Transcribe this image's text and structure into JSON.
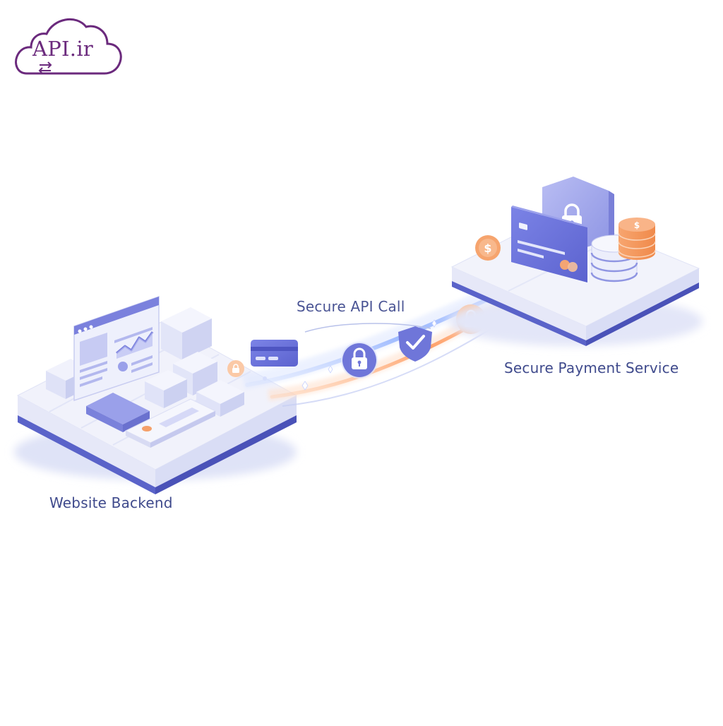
{
  "logo": {
    "text": "API.ir",
    "color": "#6b2a7d"
  },
  "labels": {
    "backend": "Website Backend",
    "api_call": "Secure API Call",
    "payment": "Secure Payment Service"
  },
  "icons": {
    "coin_symbol": "$",
    "checkmark": "✓"
  },
  "colors": {
    "accent": "#6b72d6",
    "platform": "#eef0fb",
    "platform_edge": "#5a63c9",
    "warm": "#f6a06a",
    "text": "#3f4a8c"
  }
}
